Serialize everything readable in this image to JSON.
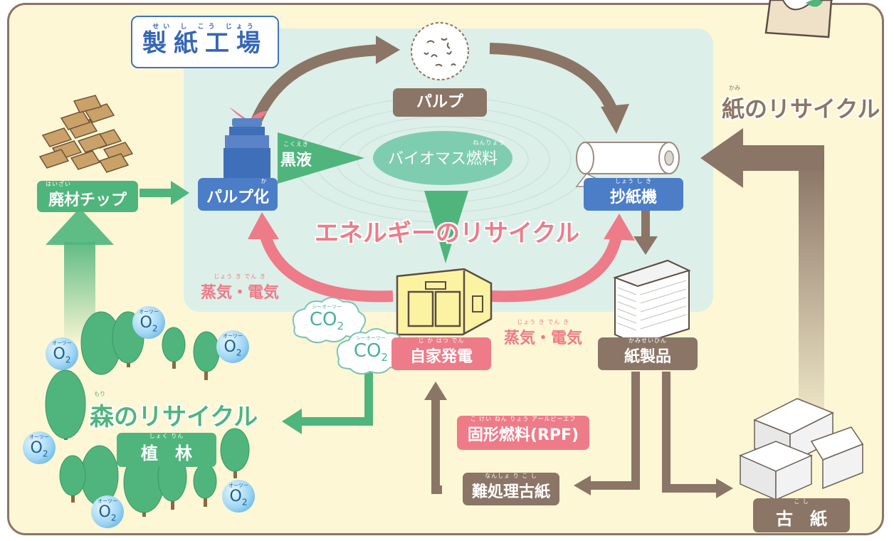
{
  "factory": {
    "title": "製紙工場",
    "title_ruby": "せい し こう じょう"
  },
  "paper_recycle": {
    "title": "紙のリサイクル",
    "ruby": "かみ"
  },
  "energy_recycle": {
    "title": "エネルギーのリサイクル"
  },
  "forest_recycle": {
    "title": "森のリサイクル",
    "ruby": "もり"
  },
  "nodes": {
    "pulp": {
      "label": "パルプ"
    },
    "biomass": {
      "label": "バイオマス燃料",
      "ruby": "ねんりょう"
    },
    "black_liquor": {
      "label": "黒液",
      "ruby": "こくえき"
    },
    "pulping": {
      "label": "パルプ化",
      "ruby": "か"
    },
    "paper_machine": {
      "label": "抄紙機",
      "ruby": "しょう し き"
    },
    "waste_chips": {
      "label": "廃材チップ",
      "ruby": "はいざい"
    },
    "steam_power_left": {
      "label": "蒸気・電気",
      "ruby": "じょう き    でん き"
    },
    "steam_power_right": {
      "label": "蒸気・電気",
      "ruby": "じょう き    でん き"
    },
    "power_gen": {
      "label": "自家発電",
      "ruby": "じ  か はつ でん"
    },
    "paper_products": {
      "label": "紙製品",
      "ruby": "かみせいひん"
    },
    "rpf": {
      "label": "固形燃料(RPF)",
      "ruby": "こ けい ねん りょう アールピーエフ"
    },
    "hard_paper": {
      "label": "難処理古紙",
      "ruby": "なんしょ り  こ  し"
    },
    "waste_paper": {
      "label": "古　紙",
      "ruby": "こ     し"
    },
    "planting": {
      "label": "植　林",
      "ruby": "しょく    りん"
    }
  },
  "co2": {
    "label": "CO",
    "sub": "2",
    "ruby": "シーオーツー"
  },
  "o2": {
    "label": "O",
    "sub": "2",
    "ruby": "オーツー"
  },
  "colors": {
    "brown": "#8b7566",
    "pink": "#ee7b88",
    "green": "#4fb57c",
    "blue": "#4c7dc7"
  }
}
